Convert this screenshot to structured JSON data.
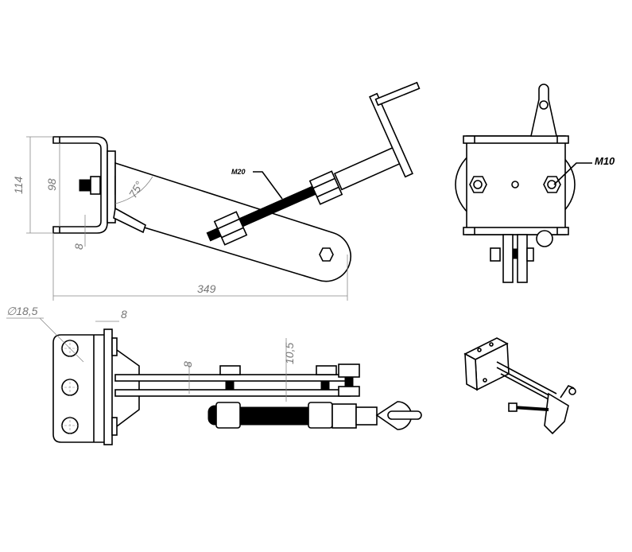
{
  "side_view": {
    "dim_total_height": "114",
    "dim_inner_height": "98",
    "dim_flange_thickness": "8",
    "dim_angle": "75°",
    "dim_length": "349",
    "thread_label": "M20"
  },
  "end_view": {
    "bolt_label": "M10"
  },
  "top_view": {
    "dim_hole_diameter": "∅18,5",
    "dim_plate_thickness": "8",
    "dim_bar_thickness": "8",
    "dim_bar_gap": "10,5"
  }
}
